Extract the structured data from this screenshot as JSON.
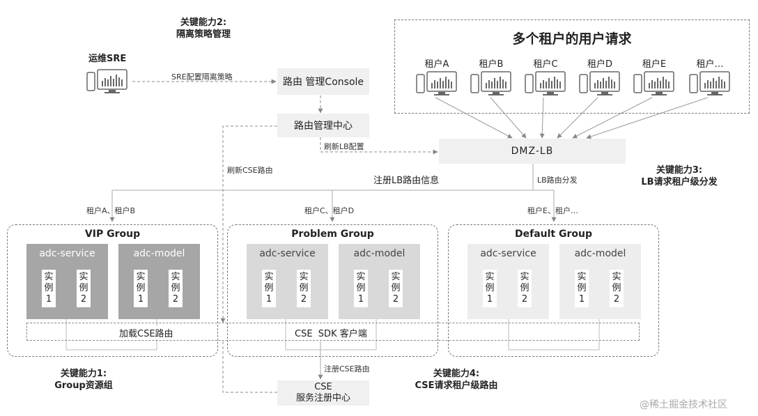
{
  "capability2": {
    "line1": "关键能力2:",
    "line2": "隔离策略管理"
  },
  "capability3": {
    "line1": "关键能力3:",
    "line2": "LB请求租户级分发"
  },
  "capability1": {
    "line1": "关键能力1:",
    "line2": "Group资源组"
  },
  "capability4": {
    "line1": "关键能力4:",
    "line2": "CSE请求租户级路由"
  },
  "sre_label": "运维SRE",
  "sre_edge_label": "SRE配置隔离策略",
  "console_label": "路由 管理Console",
  "route_center_label": "路由管理中心",
  "refresh_lb_label": "刷新LB配置",
  "refresh_cse_label": "刷新CSE路由",
  "dmz_label": "DMZ-LB",
  "register_lb_label": "注册LB路由信息",
  "lb_dispatch_label": "LB路由分发",
  "tenant_panel": {
    "title": "多个租户的用户请求",
    "tenants": [
      "租户A",
      "租户B",
      "租户C",
      "租户D",
      "租户E",
      "租户…"
    ]
  },
  "route_tags": [
    "租户A、租户B",
    "租户C、租户D",
    "租户E、租户…"
  ],
  "groups": [
    {
      "title": "VIP Group",
      "services": [
        {
          "name": "adc-service",
          "instances": [
            [
              "实",
              "例",
              "1"
            ],
            [
              "实",
              "例",
              "2"
            ]
          ]
        },
        {
          "name": "adc-model",
          "instances": [
            [
              "实",
              "例",
              "1"
            ],
            [
              "实",
              "例",
              "2"
            ]
          ]
        }
      ]
    },
    {
      "title": "Problem Group",
      "services": [
        {
          "name": "adc-service",
          "instances": [
            [
              "实",
              "例",
              "1"
            ],
            [
              "实",
              "例",
              "2"
            ]
          ]
        },
        {
          "name": "adc-model",
          "instances": [
            [
              "实",
              "例",
              "1"
            ],
            [
              "实",
              "例",
              "2"
            ]
          ]
        }
      ]
    },
    {
      "title": "Default Group",
      "services": [
        {
          "name": "adc-service",
          "instances": [
            [
              "实",
              "例",
              "1"
            ],
            [
              "实",
              "例",
              "2"
            ]
          ]
        },
        {
          "name": "adc-model",
          "instances": [
            [
              "实",
              "例",
              "1"
            ],
            [
              "实",
              "例",
              "2"
            ]
          ]
        }
      ]
    }
  ],
  "load_cse_label": "加载CSE路由",
  "sdk_label": "CSE  SDK 客户端",
  "register_cse_label": "注册CSE路由",
  "cse_box": {
    "line1": "CSE",
    "line2": "服务注册中心"
  },
  "watermark": "@稀土掘金技术社区",
  "colors": {
    "vip": "#a6a6a6",
    "problem": "#d9d9d9",
    "default": "#ededed",
    "line": "#888888"
  }
}
